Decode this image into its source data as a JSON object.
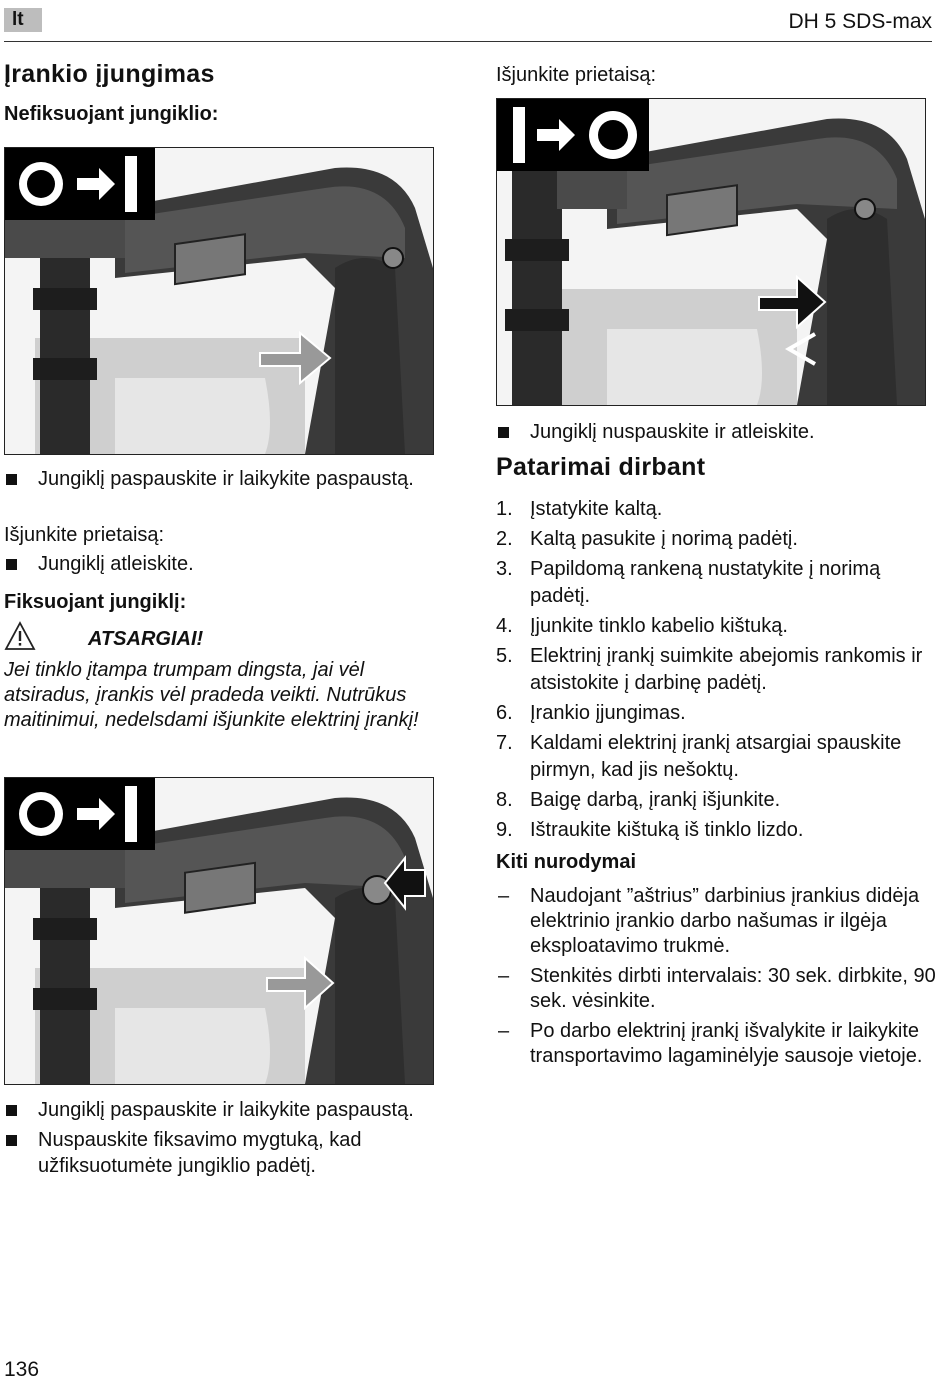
{
  "header": {
    "lang": "lt",
    "model": "DH 5 SDS-max"
  },
  "left": {
    "title": "Įrankio įjungimas",
    "sub1": "Nefiksuojant jungiklio:",
    "bullet1": "Jungiklį paspauskite ir laikykite paspaustą.",
    "off_text": "Išjunkite prietaisą:",
    "bullet2": "Jungiklį atleiskite.",
    "sub2": "Fiksuojant jungiklį:",
    "warn_title": "ATSARGIAI!",
    "warn_text": "Jei tinklo įtampa trumpam dingsta, jai vėl atsiradus, įrankis vėl pradeda veikti. Nutrūkus maitinimui, nedelsdami išjunkite elektrinį įrankį!",
    "bullet3": "Jungiklį paspauskite ir laikykite paspaustą.",
    "bullet4": "Nuspauskite fiksavimo mygtuką, kad užfiksuotumėte jungiklio padėtį."
  },
  "right": {
    "off_text": "Išjunkite prietaisą:",
    "bullet1": "Jungiklį nuspauskite ir atleiskite.",
    "title": "Patarimai dirbant",
    "steps": [
      "Įstatykite kaltą.",
      "Kaltą pasukite į norimą padėtį.",
      "Papildomą rankeną nustatykite į norimą padėtį.",
      "Įjunkite tinklo kabelio kištuką.",
      "Elektrinį įrankį suimkite abejomis rankomis ir atsistokite į darbinę padėtį.",
      "Įrankio įjungimas.",
      "Kaldami elektrinį įrankį atsargiai spauskite pirmyn, kad jis nešoktų.",
      "Baigę darbą, įrankį išjunkite.",
      "Ištraukite kištuką iš tinklo lizdo."
    ],
    "sub": "Kiti nurodymai",
    "notes": [
      "Naudojant ”aštrius” darbinius įrankius didėja elektrinio įrankio darbo našumas ir ilgėja eksploatavimo trukmė.",
      "Stenkitės dirbti intervalais: 30 sek. dirbkite, 90 sek. vėsinkite.",
      "Po darbo elektrinį įrankį išvalykite ir laikykite transportavimo lagaminėlyje sausoje vietoje."
    ]
  },
  "footer": {
    "page_number": "136"
  }
}
